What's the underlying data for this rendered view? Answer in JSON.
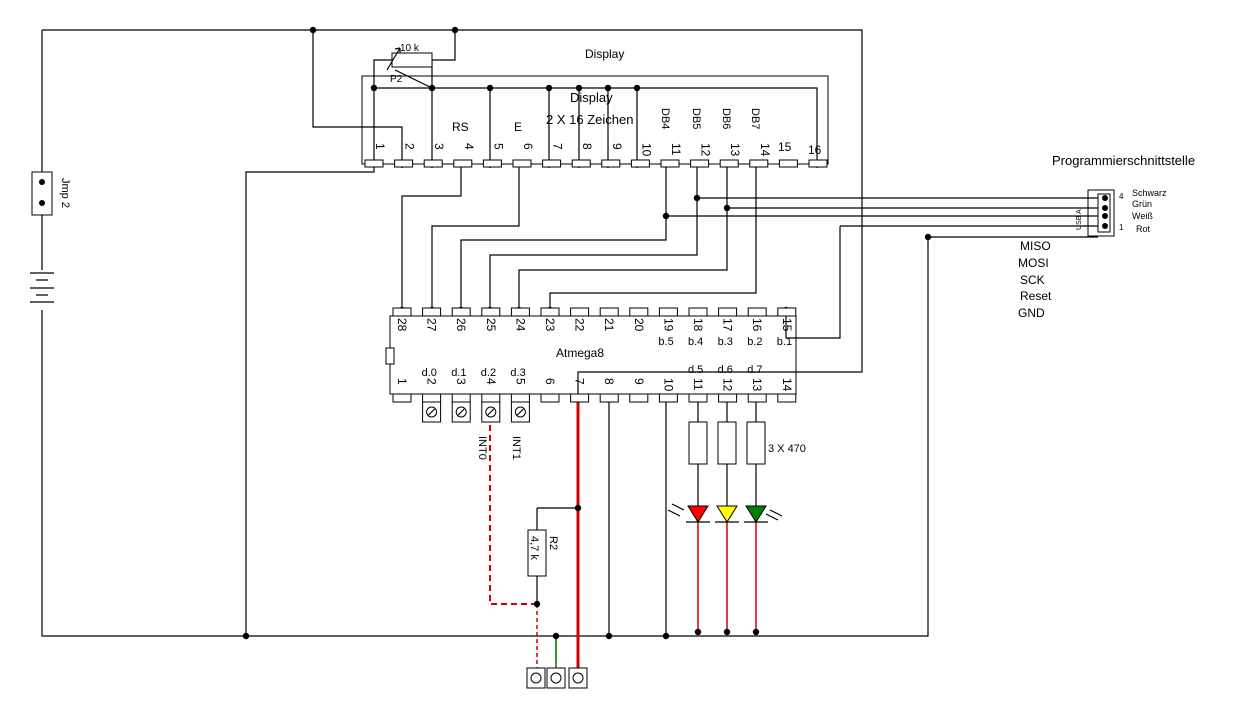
{
  "display_top_label": "Display",
  "display_inner_title": "Display",
  "display_subtitle": "2 X 16 Zeichen",
  "pot_value": "10 k",
  "pot_name": "P2",
  "jumper_label": "Jmp 2",
  "display_pin_numbers": [
    "1",
    "2",
    "3",
    "4",
    "5",
    "6",
    "7",
    "8",
    "9",
    "10",
    "11",
    "12",
    "13",
    "14",
    "15",
    "16"
  ],
  "display_labels": {
    "rs": "RS",
    "e": "E",
    "db4": "DB4",
    "db5": "DB5",
    "db6": "DB6",
    "db7": "DB7",
    "p15": "15",
    "p16": "16"
  },
  "atmega_label": "Atmega8",
  "atmega_top_pins": [
    "28",
    "27",
    "26",
    "25",
    "24",
    "23",
    "22",
    "21",
    "20",
    "19",
    "18",
    "17",
    "16",
    "15"
  ],
  "atmega_top_port_labels": [
    "b.5",
    "b.4",
    "b.3",
    "b.2",
    "b.1"
  ],
  "atmega_bottom_pins": [
    "1",
    "2",
    "3",
    "4",
    "5",
    "6",
    "7",
    "8",
    "9",
    "10",
    "11",
    "12",
    "13",
    "14"
  ],
  "atmega_bottom_port_labels_left": [
    "d.0",
    "d.1",
    "d.2",
    "d.3"
  ],
  "atmega_bottom_port_labels_right": [
    "d.5",
    "d.6",
    "d.7"
  ],
  "int0_label": "INT0",
  "int1_label": "INT1",
  "resistor_array_label": "3 X 470",
  "r2_name": "R2",
  "r2_value": "4,7 k",
  "prog_title": "Programmierschnittstelle",
  "prog_connector_label": "USB A",
  "prog_pin4": "4",
  "prog_pin1": "1",
  "prog_wire_colors": [
    "Schwarz",
    "Grün",
    "Weiß",
    "Rot"
  ],
  "prog_signals": [
    "MISO",
    "MOSI",
    "SCK",
    "Reset",
    "GND"
  ],
  "colors": {
    "wire": "#000000",
    "red_wire": "#d40000",
    "green_wire": "#008000",
    "led_red": "#ff0000",
    "led_yellow": "#ffff00",
    "led_green": "#008000"
  }
}
